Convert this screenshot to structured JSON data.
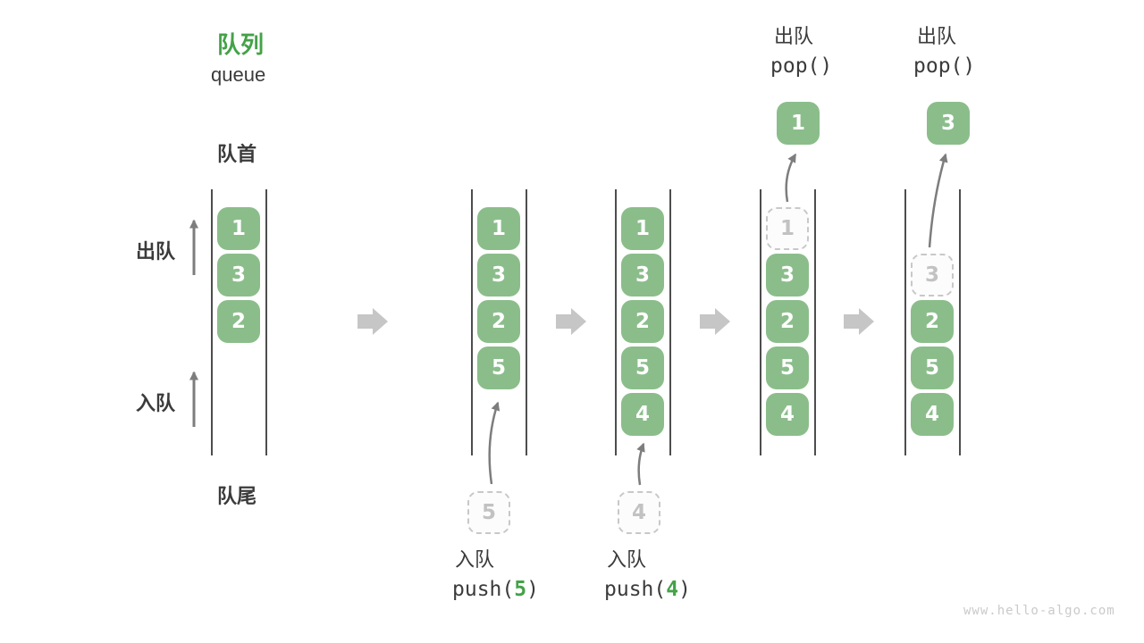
{
  "title": {
    "zh": "队列",
    "en": "queue"
  },
  "side_labels": {
    "front": "队首",
    "rear": "队尾",
    "dequeue": "出队",
    "enqueue": "入队"
  },
  "colors": {
    "accent_green": "#44a248",
    "box_green": "#8bbd8b",
    "text_dark": "#3b3b3b",
    "dashed_gray": "#c8c8c8",
    "thin_arrow_gray": "#7d7d7d",
    "block_arrow_gray": "#c6c6c6",
    "column_line": "#4d4d4d"
  },
  "columns": [
    {
      "cells": [
        {
          "slot": 0,
          "value": "1",
          "style": "solid"
        },
        {
          "slot": 1,
          "value": "3",
          "style": "solid"
        },
        {
          "slot": 2,
          "value": "2",
          "style": "solid"
        }
      ]
    },
    {
      "cells": [
        {
          "slot": 0,
          "value": "1",
          "style": "solid"
        },
        {
          "slot": 1,
          "value": "3",
          "style": "solid"
        },
        {
          "slot": 2,
          "value": "2",
          "style": "solid"
        },
        {
          "slot": 3,
          "value": "5",
          "style": "solid"
        }
      ],
      "incoming": "5"
    },
    {
      "cells": [
        {
          "slot": 0,
          "value": "1",
          "style": "solid"
        },
        {
          "slot": 1,
          "value": "3",
          "style": "solid"
        },
        {
          "slot": 2,
          "value": "2",
          "style": "solid"
        },
        {
          "slot": 3,
          "value": "5",
          "style": "solid"
        },
        {
          "slot": 4,
          "value": "4",
          "style": "solid"
        }
      ],
      "incoming": "4"
    },
    {
      "cells": [
        {
          "slot": 0,
          "value": "1",
          "style": "dashed"
        },
        {
          "slot": 1,
          "value": "3",
          "style": "solid"
        },
        {
          "slot": 2,
          "value": "2",
          "style": "solid"
        },
        {
          "slot": 3,
          "value": "5",
          "style": "solid"
        },
        {
          "slot": 4,
          "value": "4",
          "style": "solid"
        }
      ],
      "popped": "1"
    },
    {
      "cells": [
        {
          "slot": 1,
          "value": "3",
          "style": "dashed"
        },
        {
          "slot": 2,
          "value": "2",
          "style": "solid"
        },
        {
          "slot": 3,
          "value": "5",
          "style": "solid"
        },
        {
          "slot": 4,
          "value": "4",
          "style": "solid"
        }
      ],
      "popped": "3"
    }
  ],
  "operations": {
    "pushes": [
      {
        "zh": "入队",
        "code": "push(",
        "arg": "5",
        "close": ")"
      },
      {
        "zh": "入队",
        "code": "push(",
        "arg": "4",
        "close": ")"
      }
    ],
    "pops": [
      {
        "zh": "出队",
        "code": "pop()"
      },
      {
        "zh": "出队",
        "code": "pop()"
      }
    ]
  },
  "watermark": "www.hello-algo.com"
}
